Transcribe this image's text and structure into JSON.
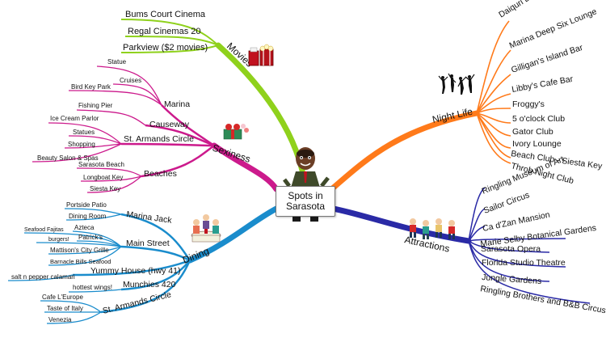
{
  "center": {
    "line1": "Spots in",
    "line2": "Sarasota"
  },
  "branches": {
    "movies": {
      "label": "Movies",
      "color": "#8fd11c",
      "items": [
        "Bums Court Cinema",
        "Regal Cinemas 20",
        "Parkview ($2 movies)"
      ]
    },
    "night_life": {
      "label": "Night Life",
      "color": "#ff7a1a",
      "items": [
        "Daiquri Deck",
        "Marina Deep Six Lounge",
        "Gilligan's Island Bar",
        "Libby's Cafe Bar",
        "Froggy's",
        "5 o'clock Club",
        "Gator Club",
        "Ivory Lounge",
        "Beach Club - Siesta Key",
        "Throb Night Club"
      ]
    },
    "sexiness": {
      "label": "Sexiness",
      "color": "#cc1a8c",
      "marina": {
        "label": "Marina",
        "items": [
          "Statue",
          "Cruises",
          "Bird Key  Park"
        ]
      },
      "causeway": {
        "label": "Causeway",
        "items": [
          "Fishing Pier"
        ]
      },
      "st_armands": {
        "label": "St. Armands Circle",
        "items": [
          "Ice Cream Parlor",
          "Statues",
          "Shopping",
          "Beauty Salon & Spas"
        ]
      },
      "beaches": {
        "label": "Beaches",
        "items": [
          "Sarasota Beach",
          "Longboat Key",
          "Siesta Key"
        ]
      }
    },
    "attractions": {
      "label": "Attractions",
      "color": "#2a2aa6",
      "items": [
        "Ringling Museum of Art",
        "Sailor Circus",
        "Ca d'Zan Mansion",
        "Marie Selby Botanical Gardens",
        "Sarasota Opera",
        "Florida Studio Theatre",
        "Jungle Gardens",
        "Ringling Brothers and B&B Circus"
      ]
    },
    "dining": {
      "label": "Dining",
      "color": "#1a8ccc",
      "marina_jack": {
        "label": "Marina Jack",
        "items": [
          "Portside Patio",
          "Dining Room"
        ]
      },
      "main_street": {
        "label": "Main Street",
        "items": [
          "Azteca",
          "Seafood Fajitas",
          "Patrick's",
          "burgers!",
          "Mattison's City Grille",
          "Barnacle Bills Seafood"
        ]
      },
      "yummy": {
        "label": "Yummy House (hwy 41)",
        "items": [
          "salt n pepper calamari"
        ]
      },
      "munchies": {
        "label": "Munchies 420",
        "items": [
          "hottest wings!"
        ]
      },
      "st_armands": {
        "label": "St. Armands Circle",
        "items": [
          "Cafe L'Europe",
          "Taste of Italy",
          "Venezia"
        ]
      }
    }
  }
}
